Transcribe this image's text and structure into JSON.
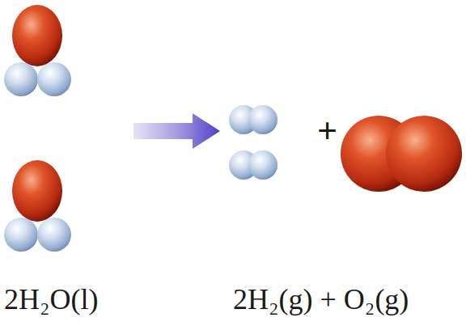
{
  "diagram": {
    "labels": [
      "+",
      "2H₂O(l)",
      "2H₂(g) + O₂(g)"
    ]
  }
}
